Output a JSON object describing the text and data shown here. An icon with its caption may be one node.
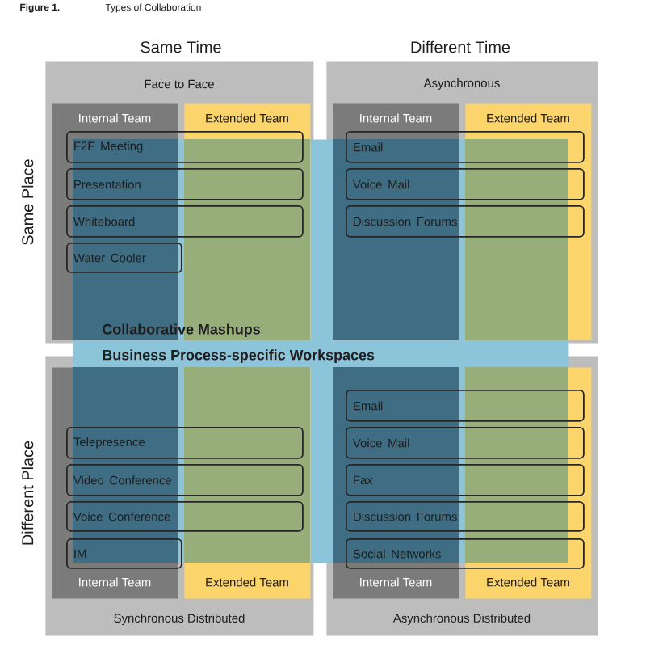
{
  "diagram": {
    "title": "Types of Collaboration",
    "nodes": [
      {
        "text": [
          "Face to Face"
        ]
      },
      {
        "text": [
          "Internal Team"
        ],
        "in": 0
      },
      {
        "text": [
          "Extended Team"
        ],
        "in": 0
      },
      {
        "text": [
          "F2F Meeting"
        ],
        "in": 0
      },
      {
        "text": [
          "Presentation"
        ]
      },
      {
        "text": [
          "Whiteboard"
        ]
      },
      {
        "text": [
          "Water Cooler"
        ]
      },
      {
        "text": [
          "Asynchronous"
        ]
      },
      {
        "text": [
          "Internal Team"
        ],
        "in": 7
      },
      {
        "text": [
          "Extended Team"
        ],
        "in": 7
      },
      {
        "text": [
          "Email"
        ],
        "in": 7
      },
      {
        "text": [
          "Voice Mail"
        ],
        "in": 7
      },
      {
        "text": [
          "Discussion Forums"
        ],
        "in": 7
      },
      {
        "text": [
          "Synchronous Distributed"
        ]
      },
      {
        "text": [
          "Internal Team"
        ],
        "in": 13
      },
      {
        "text": [
          "Extended Team"
        ],
        "in": 13
      },
      {
        "text": [
          "Telepresence"
        ]
      },
      {
        "text": [
          "Video Conference"
        ]
      },
      {
        "text": [
          "Voice Conference"
        ]
      },
      {
        "text": [
          "IM"
        ],
        "in": 14
      },
      {
        "text": [
          "Asynchronous Distributed"
        ]
      },
      {
        "text": [
          "Internal Team"
        ],
        "in": 20
      },
      {
        "text": [
          "Extended Team"
        ],
        "in": 20
      },
      {
        "text": [
          "Email"
        ],
        "in": 20
      },
      {
        "text": [
          "Voice Mail"
        ],
        "in": 20
      },
      {
        "text": [
          "Fax"
        ],
        "in": 20
      },
      {
        "text": [
          "Discussion Forums"
        ],
        "in": 20
      },
      {
        "text": [
          "Social Networks"
        ],
        "in": 20
      },
      {
        "text": [],
        "shape": "box"
      },
      {
        "text": [
          "Collaborative Mashups",
          "Business Process-specific Workspaces"
        ],
        "in": 28
      }
    ],
    "labels": [
      "Figure 1.",
      "Same Time",
      "Different Time",
      "Same Place",
      "Different Place"
    ]
  }
}
